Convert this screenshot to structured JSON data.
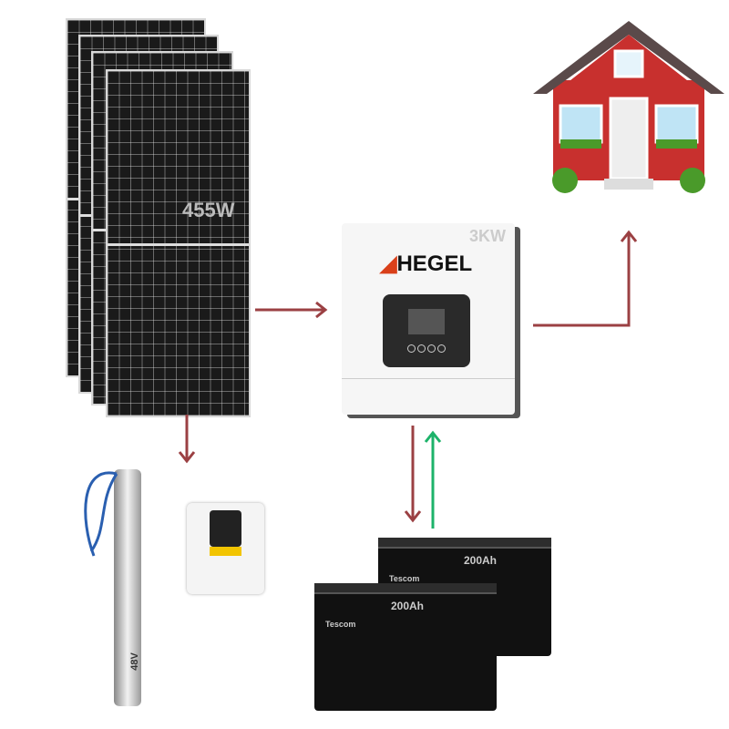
{
  "solar_panel": {
    "label": "455W",
    "count": 4
  },
  "inverter": {
    "brand": "HEGEL",
    "rating": "3KW"
  },
  "house": {},
  "pump": {
    "voltage": "48V"
  },
  "batteries": [
    {
      "brand": "Tescom",
      "capacity": "200Ah"
    },
    {
      "brand": "Tescom",
      "capacity": "200Ah"
    }
  ],
  "colors": {
    "flow_arrow": "#9b4043",
    "charge_arrow": "#1db36a",
    "house_wall": "#c8302e",
    "roof": "#5a4a4a"
  }
}
